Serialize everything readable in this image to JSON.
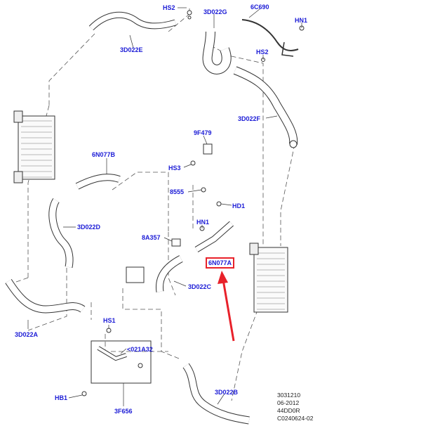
{
  "labels": {
    "hs2_top": "HS2",
    "p3d022g": "3D022G",
    "p6c690": "6C690",
    "hn1_top": "HN1",
    "p3d022e": "3D022E",
    "hs2_mid": "HS2",
    "p3d022f": "3D022F",
    "p9f479": "9F479",
    "p6n077b": "6N077B",
    "hs3": "HS3",
    "p8555": "8555",
    "hd1": "HD1",
    "hn1_mid": "HN1",
    "p3d022d": "3D022D",
    "p8a357": "8A357",
    "p6n077a": "6N077A",
    "p3d022c": "3D022C",
    "p3d022a": "3D022A",
    "hs1": "HS1",
    "p021a32": "<021A32",
    "hb1": "HB1",
    "p3f656": "3F656",
    "p3d022b": "3D022B"
  },
  "meta": {
    "line1": "3031210",
    "line2": "06-2012",
    "line3": "44DD0R",
    "line4": "C0240624-02"
  },
  "colors": {
    "label": "#1b1bd6",
    "highlight": "#e8212a",
    "line": "#333333"
  }
}
